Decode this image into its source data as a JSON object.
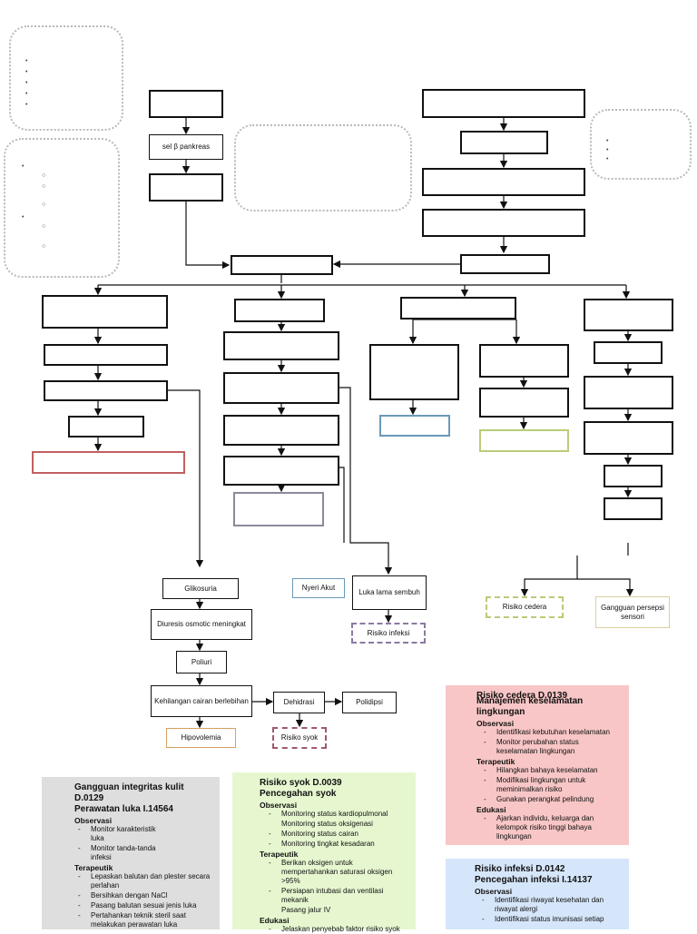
{
  "nodes": {
    "sel_beta": "sel β pankreas",
    "glikosuria": "Glikosuria",
    "diuresis": "Diuresis osmotic meningkat",
    "poliuri": "Poliuri",
    "kehilangan": "Kehilangan cairan berlebihan",
    "dehidrasi": "Dehidrasi",
    "polidipsi": "Polidipsi",
    "hipovolemia": "Hipovolemia",
    "risiko_syok": "Risiko syok",
    "nyeri_akut": "Nyeri Akut",
    "luka_lama": "Luka lama sembuh",
    "risiko_infeksi": "Risiko infeksi",
    "risiko_cedera": "Risiko cedera",
    "gangguan_persepsi": "Gangguan persepsi sensori"
  },
  "panels": {
    "integritas": {
      "title1": "Gangguan integritas kulit D.0129",
      "title2": "Perawatan luka I.14564",
      "sec1": "Observasi",
      "obs": [
        "Monitor karakteristik luka",
        "Monitor tanda-tanda infeksi"
      ],
      "sec2": "Terapeutik",
      "ter": [
        "Lepaskan balutan dan plester secara perlahan",
        "Bersihkan dengan NaCl",
        "Pasang balutan sesuai jenis luka",
        "Pertahankan teknik steril saat melakukan perawatan luka"
      ]
    },
    "syok": {
      "title1": "Risiko syok D.0039",
      "title2": "Pencegahan syok",
      "sec1": "Observasi",
      "obs": [
        "Monitoring status kardiopulmonal",
        "Monitoring status oksigenasi",
        "Monitoring status cairan",
        "Monitoring tingkat kesadaran"
      ],
      "sec2": "Terapeutik",
      "ter": [
        "Berikan oksigen untuk mempertahankan saturasi oksigen >95%",
        "Persiapan intubasi dan ventilasi mekanik",
        "Pasang jalur IV"
      ],
      "sec3": "Edukasi",
      "edu": [
        "Jelaskan penyebab faktor risiko syok"
      ]
    },
    "cedera": {
      "title1": "Risiko cedera D.0139",
      "title2": "Manajemen keselamatan lingkungan",
      "sec1": "Observasi",
      "obs": [
        "Identifikasi kebutuhan keselamatan",
        "Monitor perubahan status keselamatan lingkungan"
      ],
      "sec2": "Terapeutik",
      "ter": [
        "Hilangkan bahaya keselamatan",
        "Modifikasi lingkungan untuk meminimalkan risiko",
        "Gunakan perangkat pelindung"
      ],
      "sec3": "Edukasi",
      "edu": [
        "Ajarkan individu, keluarga dan kelompok risiko tinggi bahaya lingkungan"
      ]
    },
    "infeksi": {
      "title1": "Risiko infeksi D.0142",
      "title2": "Pencegahan infeksi I.14137",
      "sec1": "Observasi",
      "obs": [
        "Identifikasi riwayat kesehatan dan riwayat alergi",
        "Identifikasi status imunisasi setiap"
      ]
    }
  },
  "colors": {
    "border": "#111111",
    "blob": "#b9b9b9",
    "red_outline": "#c06060",
    "blue_outline": "#6a9ab8",
    "green_outline": "#b9cc78",
    "purple_outline": "#8a7aa0",
    "orange_outline": "#d8a060",
    "red_fill": "#f8c6c6",
    "green_fill": "#e6f7d0",
    "blue_fill": "#d6e6fa",
    "grey_fill": "#dedede"
  }
}
